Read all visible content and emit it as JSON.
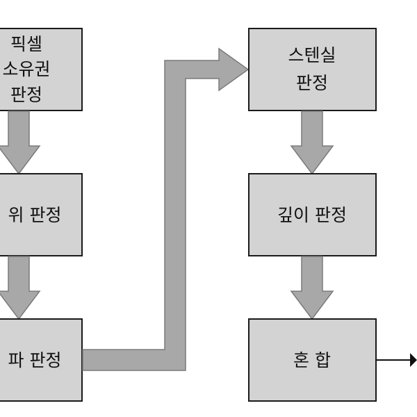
{
  "diagram": {
    "boxes": {
      "pixel_ownership": [
        "픽셀",
        "소유권",
        "판정"
      ],
      "scissor": "위 판정",
      "alpha": "파 판정",
      "stencil": [
        "스텐실",
        "판정"
      ],
      "depth": "깊이 판정",
      "blend": "혼 합"
    }
  }
}
